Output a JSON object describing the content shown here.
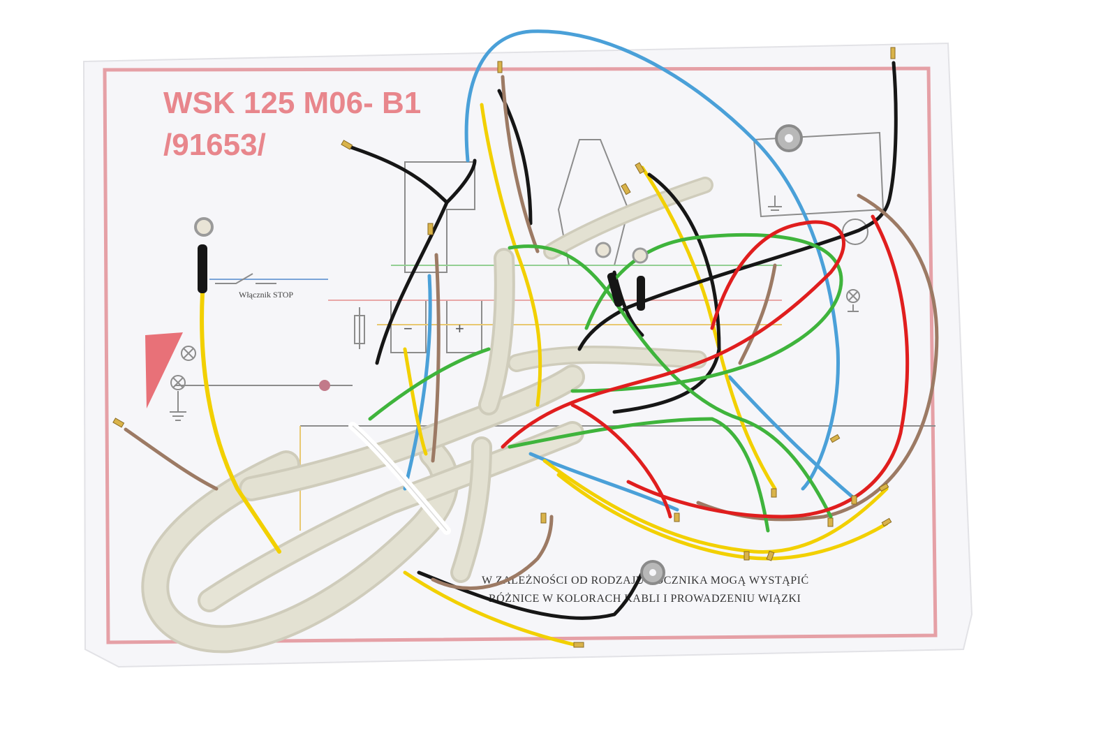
{
  "sheet": {
    "title_line1": "WSK 125 M06- B1",
    "title_line2": "/91653/",
    "switch_label": "Włącznik STOP",
    "note_line1": "W ZALEŻNOŚCI OD RODZAJU ROCZNIKA MOGĄ WYSTĄPIĆ",
    "note_line2": "RÓŻNICE W KOLORACH KABLI I PROWADZENIU WIĄZKI"
  },
  "colors": {
    "background": "#ffffff",
    "paper": "#f6f6f9",
    "frame": "#e5a0a6",
    "title": "#e8868c",
    "sheath": "#e3e1d2",
    "wire_yellow": "#f2d000",
    "wire_black": "#161616",
    "wire_blue": "#4aa0d8",
    "wire_brown": "#9c7a64",
    "wire_green": "#3fb43c",
    "wire_red": "#e01e1e",
    "terminal_brass": "#d9b34a",
    "tie_wrap": "#ffffff"
  },
  "icons": [
    "lamp-symbol-icon",
    "ground-symbol-icon",
    "battery-minus-icon",
    "battery-plus-icon",
    "ring-terminal-icon"
  ]
}
